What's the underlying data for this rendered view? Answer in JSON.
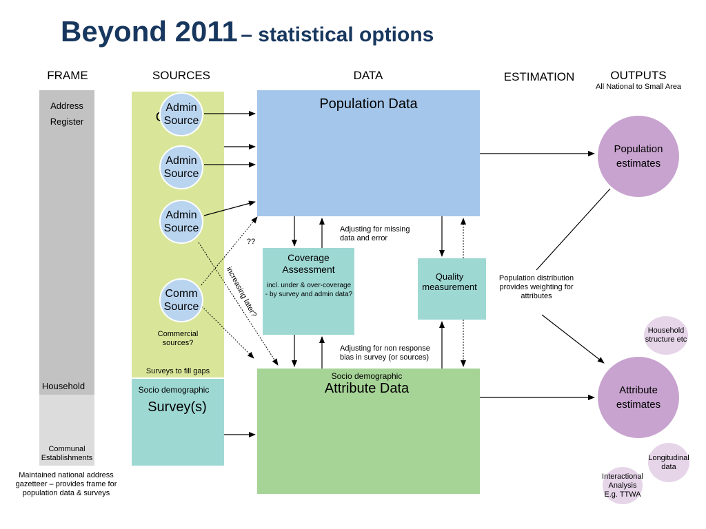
{
  "title": {
    "main": "Beyond 2011",
    "sub": "– statistical options"
  },
  "columns": {
    "frame": "FRAME",
    "sources": "SOURCES",
    "data": "DATA",
    "estimation": "ESTIMATION",
    "outputs": "OUTPUTS",
    "outputs_sub": "All National to Small Area"
  },
  "frame": {
    "address_line1": "Address",
    "address_line2": "Register",
    "household": "Household",
    "communal_line1": "Communal",
    "communal_line2": "Establishments",
    "note": "Maintained national address gazetteer – provides frame for population data & surveys"
  },
  "sources": {
    "census_label": "Census",
    "admin": [
      "Admin Source",
      "Admin Source",
      "Admin Source"
    ],
    "comm": "Comm Source",
    "commercial_note": "Commercial sources?",
    "surveys_note": "Surveys to fill gaps",
    "survey_sub": "Socio demographic",
    "survey_title": "Survey(s)",
    "unknown_mark": "??",
    "increasing": "increasing later?"
  },
  "data": {
    "population": "Population Data",
    "attribute_sub": "Socio demographic",
    "attribute": "Attribute Data",
    "coverage_title": "Coverage Assessment",
    "coverage_note": "incl. under & over-coverage - by survey and admin data?",
    "adjust_missing": "Adjusting for missing data and error",
    "adjust_nonresponse": "Adjusting for non response bias in survey (or sources)",
    "quality": "Quality measurement"
  },
  "estimation": {
    "note": "Population distribution provides weighting for attributes"
  },
  "outputs": {
    "population": "Population estimates",
    "attribute": "Attribute estimates",
    "household": "Household structure etc",
    "longitudinal": "Longitudinal data",
    "interactional": "Interactional Analysis E.g. TTWA"
  },
  "colors": {
    "title": "#17375e",
    "population_box": "#a4c6ea",
    "attribute_box": "#a6d396",
    "census_panel": "#d9e69a",
    "teal_box": "#9ed8d3",
    "frame_gray": "#c2c2c2",
    "frame_light": "#dcdcdc",
    "source_circle": "#b9d4ef",
    "output_circle": "#c8a3cf",
    "output_small": "#e6d5e9"
  }
}
